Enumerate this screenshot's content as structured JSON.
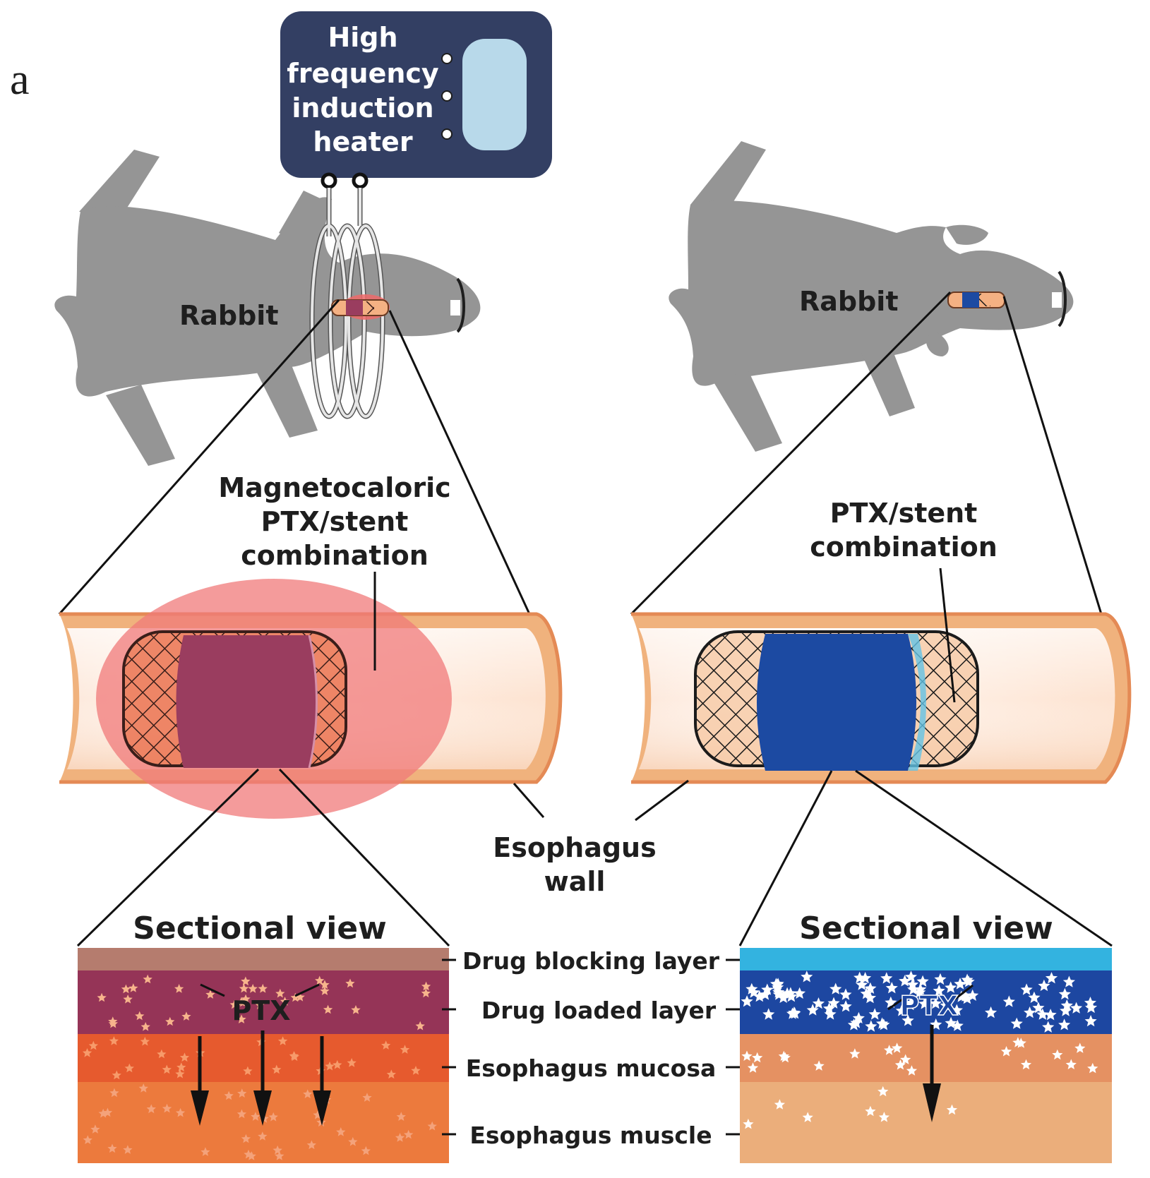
{
  "panel_letter": "a",
  "heater": {
    "lines": [
      "High",
      "frequency",
      "induction",
      "heater"
    ]
  },
  "left": {
    "animal_label": "Rabbit",
    "stent_label": [
      "Magnetocaloric",
      "PTX/stent",
      "combination"
    ],
    "section_title": "Sectional view",
    "drug_label": "PTX"
  },
  "right": {
    "animal_label": "Rabbit",
    "stent_label": [
      "PTX/stent",
      "combination"
    ],
    "section_title": "Sectional view",
    "drug_label": "PTX"
  },
  "esophagus_wall_label": [
    "Esophagus",
    "wall"
  ],
  "layer_labels": {
    "blocking": "Drug blocking layer",
    "loaded": "Drug loaded layer",
    "mucosa": "Esophagus mucosa",
    "muscle": "Esophagus muscle"
  },
  "colors": {
    "heater_box": "#333f63",
    "heater_screen": "#b8d9ea",
    "rabbit": "#959595",
    "heat_zone": "#f07a7a",
    "tube_outer": "#f0b27d",
    "stent_left_band": "#9a3d5f",
    "stent_right_band": "#1c4aa2",
    "left_blocking": "#b57c6e",
    "left_loaded": "#953457",
    "left_mucosa": "#e65a2e",
    "left_muscle": "#ec7a3d",
    "right_blocking": "#33b3e0",
    "right_loaded": "#1d47a1",
    "right_mucosa": "#e59162",
    "right_muscle": "#ebae7b"
  },
  "icons": [
    "heater-device",
    "rabbit-silhouette",
    "induction-coil",
    "stent-mesh",
    "drug-star",
    "diffusion-arrow"
  ]
}
